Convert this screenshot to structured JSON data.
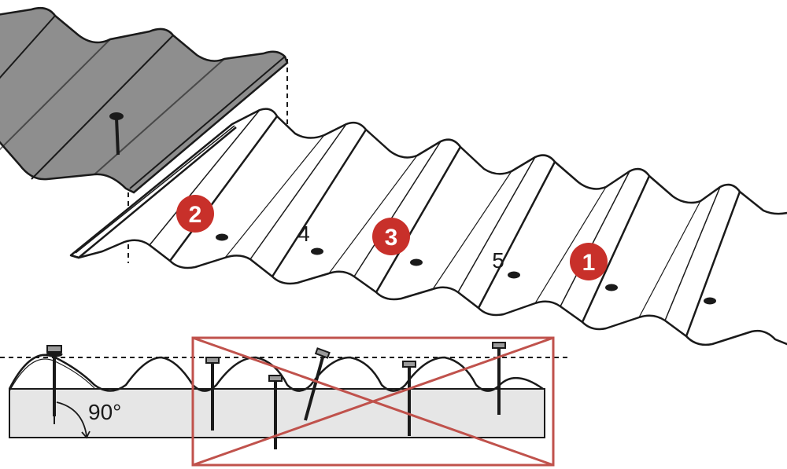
{
  "labels": {
    "badge_2": "2",
    "badge_3": "3",
    "badge_1": "1",
    "step_4": "4",
    "step_5": "5",
    "angle": "90°"
  },
  "colors": {
    "badge": "#c8302a",
    "wrong_frame": "#c0524c",
    "sheet_dark": "#8a8a8a",
    "substrate": "#e6e6e6",
    "outline": "#1a1a1a"
  }
}
